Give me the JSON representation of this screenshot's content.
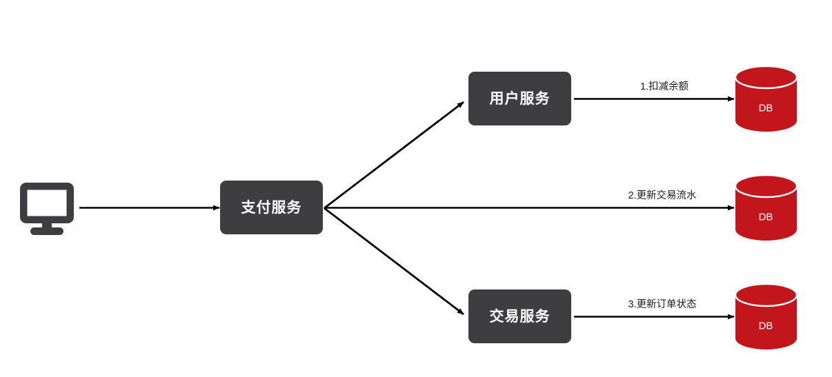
{
  "diagram": {
    "title": "payment-service-flow",
    "background": "#ffffff",
    "colors": {
      "node_fill": "#3e3e40",
      "node_text": "#ffffff",
      "db_fill": "#c3161c",
      "db_text": "#ffffff",
      "edge_stroke": "#000000",
      "label_text": "#1a1a1a"
    },
    "client": {
      "icon": "monitor-icon",
      "label": ""
    },
    "nodes": [
      {
        "id": "payment-service",
        "label": "支付服务"
      },
      {
        "id": "user-service",
        "label": "用户服务"
      },
      {
        "id": "transaction-service",
        "label": "交易服务"
      }
    ],
    "databases": [
      {
        "id": "db-user",
        "label": "DB"
      },
      {
        "id": "db-payment",
        "label": "DB"
      },
      {
        "id": "db-transaction",
        "label": "DB"
      }
    ],
    "edges": [
      {
        "id": "edge-client-payment",
        "label": "",
        "from": "client",
        "to": "payment-service"
      },
      {
        "id": "edge-payment-user",
        "label": "",
        "from": "payment-service",
        "to": "user-service"
      },
      {
        "id": "edge-payment-transaction",
        "label": "",
        "from": "payment-service",
        "to": "transaction-service"
      },
      {
        "id": "edge-user-db",
        "label": "1.扣减余额",
        "from": "user-service",
        "to": "db-user"
      },
      {
        "id": "edge-payment-db",
        "label": "2.更新交易流水",
        "from": "payment-service",
        "to": "db-payment"
      },
      {
        "id": "edge-transaction-db",
        "label": "3.更新订单状态",
        "from": "transaction-service",
        "to": "db-transaction"
      }
    ]
  }
}
